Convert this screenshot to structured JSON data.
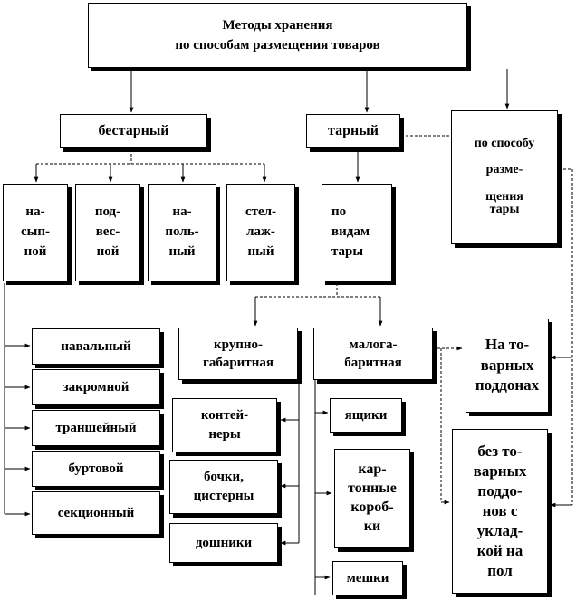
{
  "nodes": {
    "root": "Методы хранения\nпо способам размещения  товаров",
    "bestarny": "бестарный",
    "tarny": "тарный",
    "po_sposobu": "по способу\n\nразме-\n\nщения\nтары",
    "nasypnoy": "на-\nсып-\nной",
    "podvesnoy": "под-\nвес-\nной",
    "napolny": "на-\nполь-\nный",
    "stellazhny": "стел-\nлаж-\nный",
    "po_vidam": "по\nвидам\nтары",
    "navalny": "навальный",
    "zakromnoy": "закромной",
    "transheyny": "траншейный",
    "burtovoy": "буртовой",
    "sektsionny": "секционный",
    "krupno": "крупно-\nгабаритная",
    "malo": "малога-\nбаритная",
    "na_podd": "На то-\nварных\nподдонах",
    "konteynery": "контей-\nнеры",
    "bochki": "бочки,\nцистерны",
    "doshniki": "дошники",
    "yashchiki": "ящики",
    "kartonnye": "кар-\nтонные\nкороб-\nки",
    "meshki": "мешки",
    "bez_podd": "без то-\nварных\nподдо-\nнов с\nуклад-\nкой на\nпол"
  }
}
